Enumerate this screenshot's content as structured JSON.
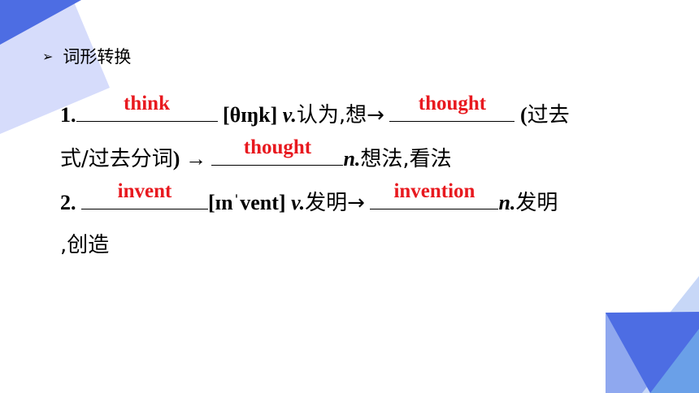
{
  "section": {
    "title": "词形转换",
    "bullet": "➢"
  },
  "items": [
    {
      "num": "1.",
      "answer1": "think",
      "phonetic": "[θɪŋk]",
      "pos1": "v.",
      "meaning1": "认为,想→",
      "answer2": "thought",
      "note_open": "(",
      "note": "过去",
      "note_cont": "式/过去分词",
      "note_close": ")",
      "arrow": "→",
      "answer3": "thought",
      "pos2": "n.",
      "meaning2": "想法,看法"
    },
    {
      "num": "2.",
      "answer1": "invent",
      "phonetic": "[ɪnˈvent]",
      "pos1": "v.",
      "meaning1": "发明→",
      "answer2": "invention",
      "pos2": "n.",
      "meaning2": "发明",
      "meaning2_cont": ",创造"
    }
  ],
  "colors": {
    "answer": "#e8191f",
    "shape_dark": "#4d6de3",
    "shape_light": "#c7cffa"
  }
}
